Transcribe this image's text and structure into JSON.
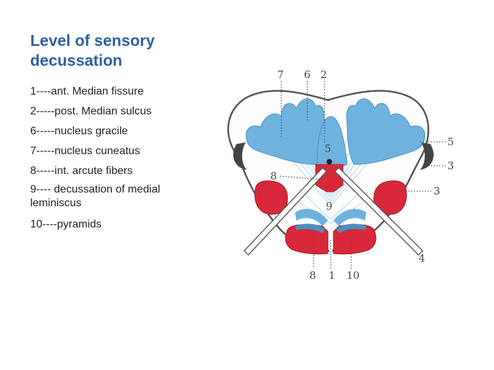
{
  "title": {
    "line1": "Level of sensory",
    "line2": "decussation"
  },
  "legend": [
    "1----ant. Median fissure",
    "2-----post. Median sulcus",
    "6-----nucleus  gracile",
    "7-----nucleus cuneatus",
    "8-----int. arcute fibers",
    "9---- decussation of medial leminiscus",
    "10----pyramids"
  ],
  "diagram_labels": {
    "top": [
      "7",
      "6",
      "2"
    ],
    "right": [
      "5",
      "3",
      "3",
      "4"
    ],
    "left": [
      "8"
    ],
    "center": [
      "5",
      "9"
    ],
    "bottom": [
      "8",
      "1",
      "10"
    ]
  },
  "colors": {
    "title": "#2e5fa3",
    "nucleus_blue": "#6db3de",
    "fiber_red": "#d8283a",
    "outline": "#555555"
  }
}
